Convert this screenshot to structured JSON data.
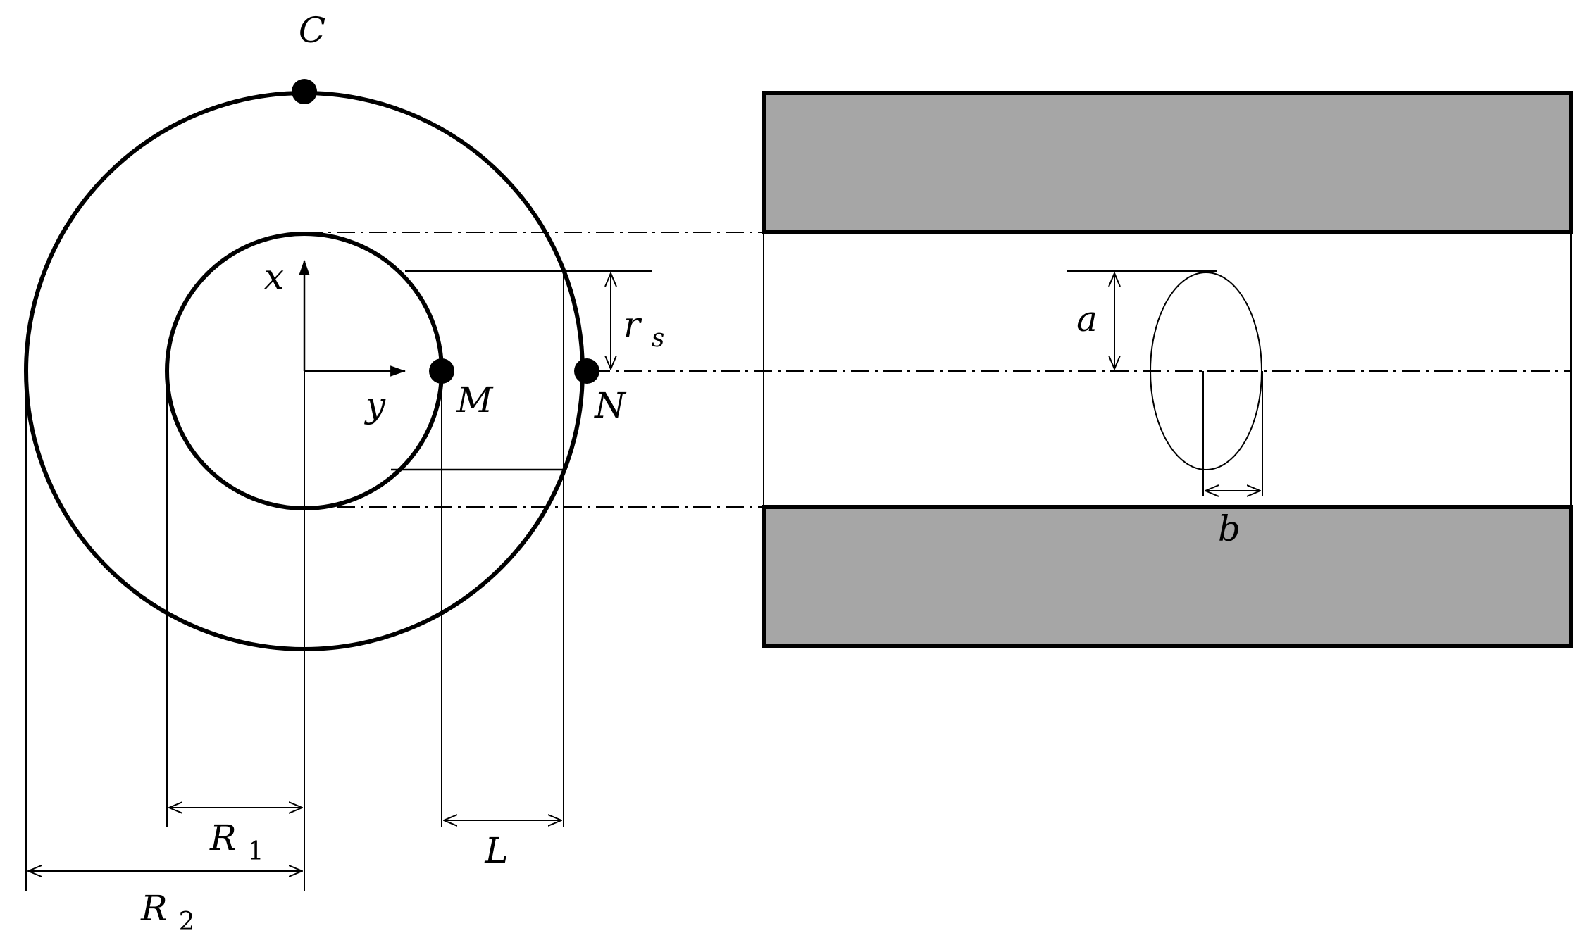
{
  "labels": {
    "point_c": "C",
    "point_m": "M",
    "point_n": "N",
    "axis_x": "x",
    "axis_y": "y",
    "rs_main": "r",
    "rs_sub": "s",
    "r1_main": "R",
    "r1_sub": "1",
    "r2_main": "R",
    "r2_sub": "2",
    "l_label": "L",
    "a_label": "a",
    "b_label": "b"
  },
  "colors": {
    "line": "#000000",
    "wall_fill": "#a6a6a6",
    "background": "#ffffff"
  }
}
